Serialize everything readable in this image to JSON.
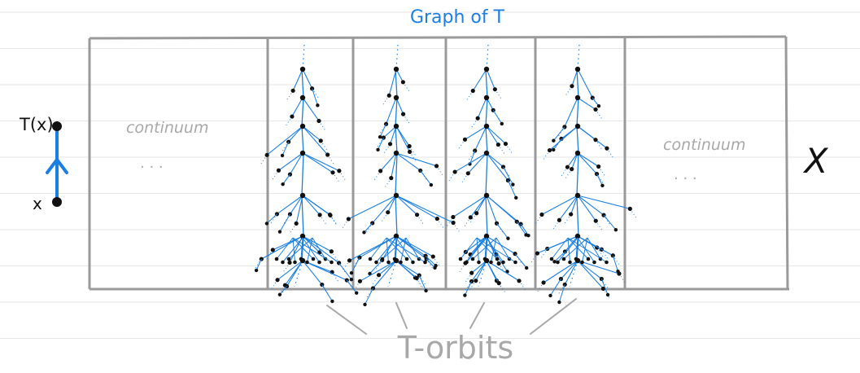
{
  "title": "Graph of T",
  "left_region": {
    "label": "continuum",
    "ellipsis": ". . ."
  },
  "right_region": {
    "label": "continuum",
    "ellipsis": ". . ."
  },
  "space_label": "X",
  "map_legend": {
    "top_label": "T(x)",
    "bottom_label": "x"
  },
  "orbits_label": "T-orbits",
  "colors": {
    "accent": "#1a7fe0",
    "frame": "#9a9a9a",
    "text": "#111111",
    "grey_text": "#a8a8a8",
    "rule": "#e6e6e6"
  }
}
